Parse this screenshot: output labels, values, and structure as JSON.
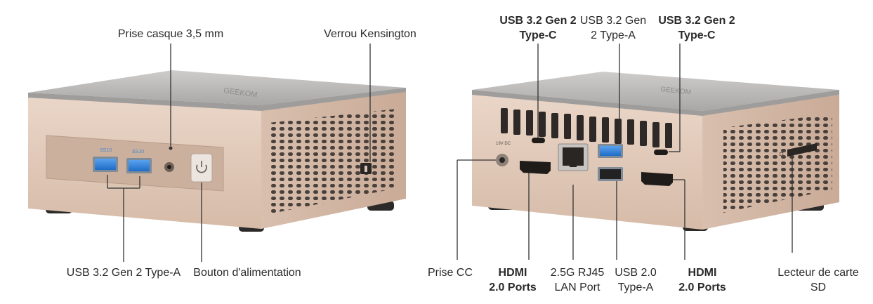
{
  "labels": {
    "headphone_jack": "Prise casque 3,5 mm",
    "kensington_lock": "Verrou Kensington",
    "front_usb": "USB 3.2 Gen 2 Type-A",
    "power_button": "Bouton d'alimentation",
    "rear_usbc_left": [
      "USB 3.2 Gen 2",
      "Type-C"
    ],
    "rear_usba": [
      "USB 3.2 Gen",
      "2 Type-A"
    ],
    "rear_usbc_right": [
      "USB 3.2 Gen 2",
      "Type-C"
    ],
    "dc_in": "Prise CC",
    "hdmi_left": [
      "HDMI",
      "2.0 Ports"
    ],
    "lan": [
      "2.5G RJ45",
      "LAN Port"
    ],
    "usb2": [
      "USB 2.0",
      "Type-A"
    ],
    "hdmi_right": [
      "HDMI",
      "2.0 Ports"
    ],
    "sd_reader": [
      "Lecteur de carte",
      "SD"
    ]
  },
  "colors": {
    "body_shell": "#e0c7b6",
    "top_lid": "#c8c6c4",
    "usb_blue": "#2f7fd6",
    "leader_line": "#333333"
  }
}
